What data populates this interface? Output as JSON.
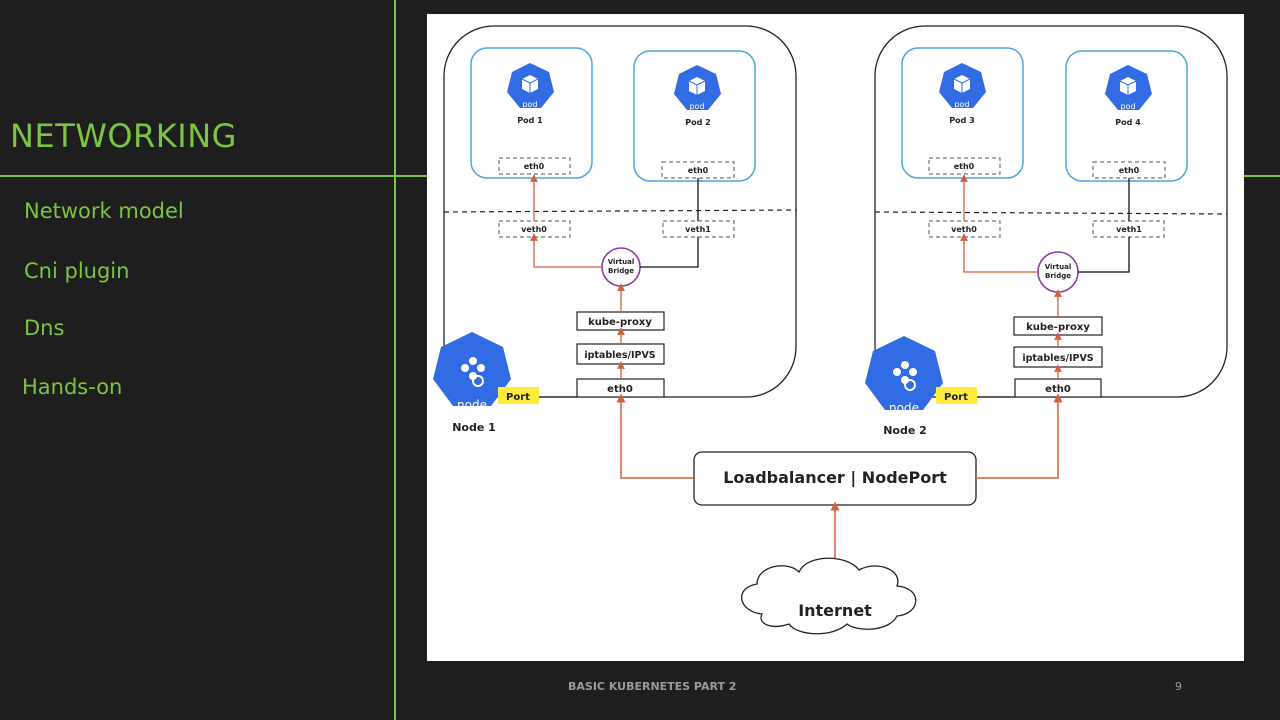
{
  "sidebar": {
    "title": "NETWORKING",
    "items": [
      {
        "label": "Network model"
      },
      {
        "label": "Cni plugin"
      },
      {
        "label": "Dns"
      },
      {
        "label": "Hands-on"
      }
    ]
  },
  "diagram": {
    "nodes": [
      {
        "label": "Node 1",
        "icon_text": "node",
        "port": "Port",
        "pods": [
          {
            "label": "Pod 1",
            "icon_text": "pod",
            "iface": "eth0",
            "veth": "veth0"
          },
          {
            "label": "Pod 2",
            "icon_text": "pod",
            "iface": "eth0",
            "veth": "veth1"
          }
        ],
        "bridge": [
          "Virtual",
          "Bridge"
        ],
        "kube_proxy": "kube-proxy",
        "iptables": "iptables/IPVS",
        "eth": "eth0"
      },
      {
        "label": "Node 2",
        "icon_text": "node",
        "port": "Port",
        "pods": [
          {
            "label": "Pod 3",
            "icon_text": "pod",
            "iface": "eth0",
            "veth": "veth0"
          },
          {
            "label": "Pod 4",
            "icon_text": "pod",
            "iface": "eth0",
            "veth": "veth1"
          }
        ],
        "bridge": [
          "Virtual",
          "Bridge"
        ],
        "kube_proxy": "kube-proxy",
        "iptables": "iptables/IPVS",
        "eth": "eth0"
      }
    ],
    "loadbalancer": "Loadbalancer | NodePort",
    "internet": "Internet"
  },
  "footer": {
    "text": "BASIC KUBERNETES PART 2",
    "page": "9"
  },
  "colors": {
    "accent": "#7cc442",
    "background": "#1e1e1e",
    "k8s_blue": "#326ce5",
    "arrow": "#d2603f",
    "pod_border": "#4aa8d8",
    "bridge": "#8a3fa0",
    "port": "#ffeb3b"
  }
}
